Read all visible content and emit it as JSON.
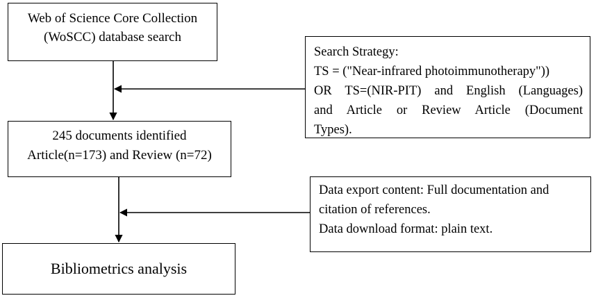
{
  "flow": {
    "step1": {
      "line1": "Web of Science Core Collection",
      "line2": "(WoSCC) database search"
    },
    "step2": {
      "line1": "245 documents identified",
      "line2": "Article(n=173) and Review (n=72)"
    },
    "step3": {
      "label": "Bibliometrics analysis"
    }
  },
  "side": {
    "strategy": {
      "lines": [
        "Search Strategy:",
        "TS = (\"Near-infrared photoimmunotherapy\"))",
        "OR TS=(NIR-PIT) and English (Languages)",
        "and Article or Review Article (Document",
        "Types)."
      ]
    },
    "export": {
      "lines": [
        "Data export content: Full documentation and",
        "citation of references.",
        "Data download format: plain text."
      ]
    }
  },
  "colors": {
    "stroke": "#000000",
    "background": "#ffffff"
  }
}
